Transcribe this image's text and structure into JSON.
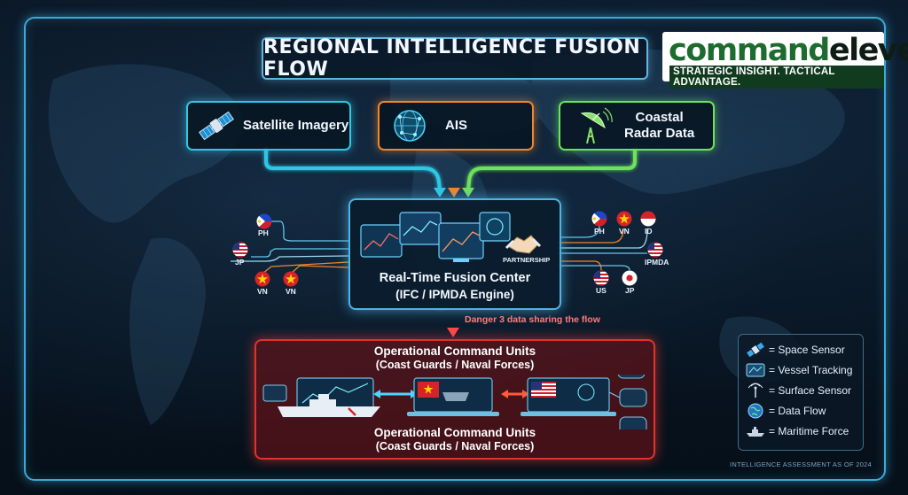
{
  "title": "REGIONAL INTELLIGENCE FUSION FLOW",
  "brand": {
    "name_part1": "command",
    "name_part2": "eleven",
    "tagline": "STRATEGIC INSIGHT. TACTICAL ADVANTAGE."
  },
  "sources": [
    {
      "label": "Satellite Imagery",
      "icon": "satellite-icon",
      "color": "#2ec7e4"
    },
    {
      "label": "AIS",
      "icon": "globe-network-icon",
      "color": "#f0852a"
    },
    {
      "label_line1": "Coastal",
      "label_line2": "Radar Data",
      "icon": "radar-dish-icon",
      "color": "#6ee25a"
    }
  ],
  "fusion_center": {
    "title": "Real-Time Fusion Center",
    "subtitle": "(IFC / IPMDA Engine)",
    "partnership": "PARTNERSHIP"
  },
  "left_flags": [
    {
      "label": "PH",
      "flag": "philippines-flag"
    },
    {
      "label": "JP",
      "flag": "usa-flag"
    },
    {
      "label": "VN",
      "flag": "vietnam-flag"
    },
    {
      "label": "VN",
      "flag": "vietnam-flag"
    }
  ],
  "right_flags": [
    {
      "label": "PH",
      "flag": "philippines-flag"
    },
    {
      "label": "VN",
      "flag": "vietnam-flag"
    },
    {
      "label": "ID",
      "flag": "indonesia-flag"
    },
    {
      "label": "IPMDA",
      "flag": "usa-flag"
    },
    {
      "label": "US",
      "flag": "usa-flag"
    },
    {
      "label": "JP",
      "flag": "japan-flag"
    }
  ],
  "danger_label": "Danger 3 data sharing the flow",
  "operations": {
    "top_title": "Operational Command Units",
    "top_subtitle": "(Coast Guards / Naval Forces)",
    "bottom_title": "Operational Command Units",
    "bottom_subtitle": "(Coast Guards / Naval Forces)"
  },
  "legend": [
    {
      "icon": "space-sensor-icon",
      "label": "= Space Sensor"
    },
    {
      "icon": "vessel-tracking-icon",
      "label": "= Vessel Tracking"
    },
    {
      "icon": "surface-sensor-icon",
      "label": "= Surface Sensor"
    },
    {
      "icon": "data-flow-icon",
      "label": "= Data Flow"
    },
    {
      "icon": "maritime-force-icon",
      "label": "= Maritime Force"
    }
  ],
  "footer": "INTELLIGENCE ASSESSMENT AS OF 2024",
  "colors": {
    "cyan": "#2ec7e4",
    "orange": "#f0852a",
    "green": "#6ee25a",
    "red": "#e0332d",
    "frame": "#3aa9d8"
  }
}
